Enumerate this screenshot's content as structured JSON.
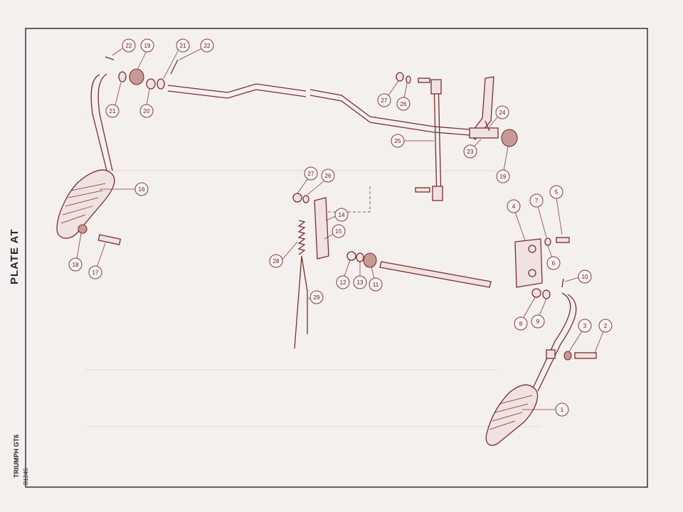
{
  "plate": {
    "title": "PLATE AT",
    "vehicle": "TRIUMPH GT6",
    "code": "B124S"
  },
  "callouts": [
    "1",
    "2",
    "3",
    "4",
    "5",
    "6",
    "7",
    "8",
    "9",
    "10",
    "11",
    "12",
    "13",
    "14",
    "15",
    "16",
    "17",
    "18",
    "19",
    "20",
    "21",
    "22",
    "23",
    "24",
    "25",
    "26",
    "27",
    "28",
    "29"
  ],
  "colors": {
    "line": "#7a2e2e",
    "paper": "#f4f0ee",
    "border": "#2b2426"
  }
}
